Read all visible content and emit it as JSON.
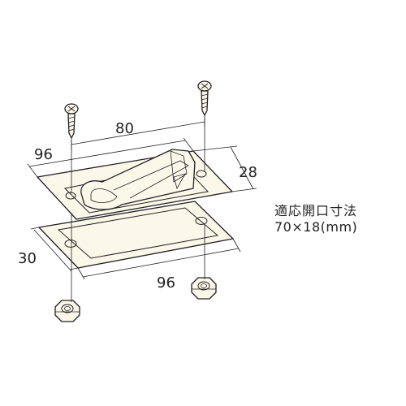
{
  "dimensions": {
    "plate_width_top": "80",
    "plate_length_top": "96",
    "plate_depth": "28",
    "gasket_width": "30",
    "gasket_length_bottom": "96"
  },
  "spec": {
    "title": "適応開口寸法",
    "size": "70×18(mm)"
  },
  "colors": {
    "line": "#222222",
    "part_fill": "#fbf8ea",
    "background": "#ffffff"
  }
}
